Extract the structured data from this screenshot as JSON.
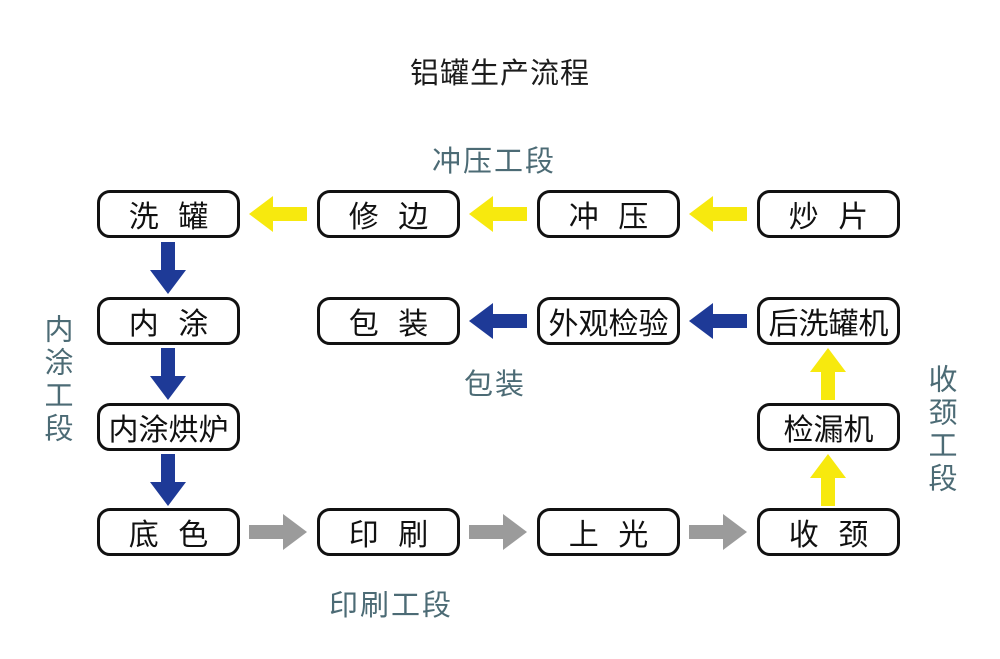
{
  "title": "铝罐生产流程",
  "section_labels": {
    "stamping": "冲压工段",
    "inner_coating": "内涂工段",
    "packing": "包装",
    "necking": "收颈工段",
    "printing": "印刷工段"
  },
  "nodes": {
    "wash": "洗 罐",
    "trim": "修 边",
    "stamp": "冲 压",
    "slice": "炒 片",
    "inner_coat": "内 涂",
    "pack": "包 装",
    "inspect": "外观检验",
    "post_wash": "后洗罐机",
    "coat_oven": "内涂烘炉",
    "leak_test": "检漏机",
    "base_coat": "底 色",
    "print": "印 刷",
    "varnish": "上 光",
    "neck": "收 颈"
  },
  "colors": {
    "arrow-yellow": "#f7e90e",
    "arrow-blue": "#1e3a97",
    "arrow-gray": "#9b9b9b",
    "label-color": "#4c6b75",
    "title-color": "#1c1c1c",
    "box-border": "#111111"
  }
}
